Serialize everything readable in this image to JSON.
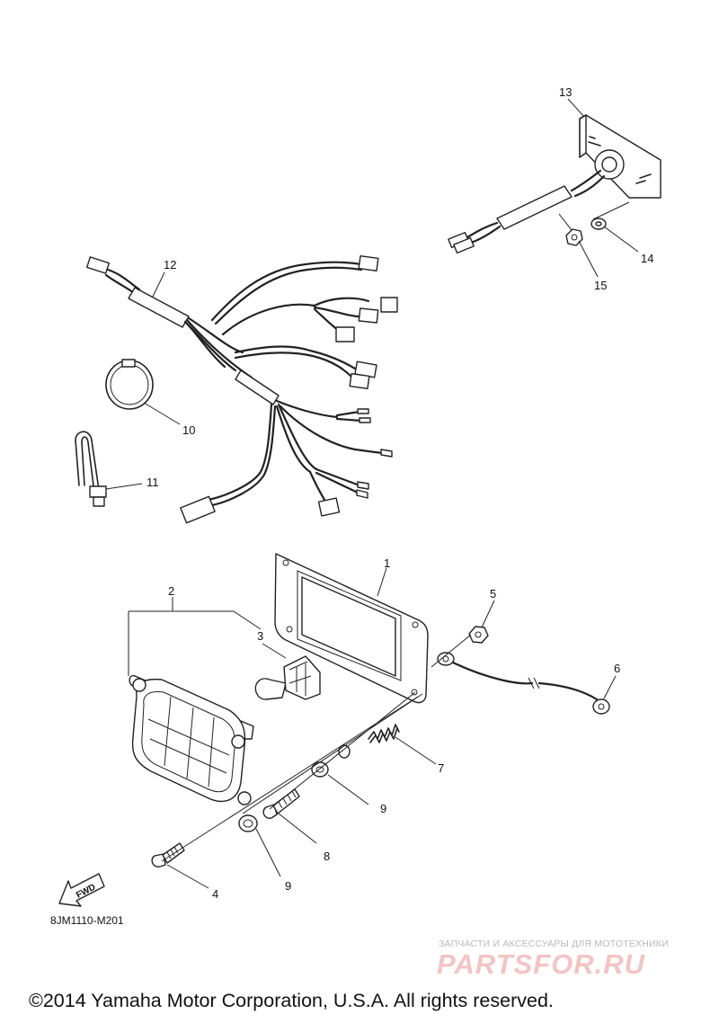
{
  "callouts": {
    "c1": "1",
    "c2": "2",
    "c3": "3",
    "c4": "4",
    "c5": "5",
    "c6": "6",
    "c7": "7",
    "c8": "8",
    "c9a": "9",
    "c9b": "9",
    "c10": "10",
    "c11": "11",
    "c12": "12",
    "c13": "13",
    "c14": "14",
    "c15": "15"
  },
  "fwd_label": "FWD",
  "diagram_code": "8JM1110-M201",
  "watermark": {
    "tagline": "ЗАПЧАСТИ И АКСЕССУАРЫ ДЛЯ МОТОТЕХНИКИ",
    "logo": "PARTSFOR.RU"
  },
  "copyright": "©2014 Yamaha Motor Corporation, U.S.A. All rights reserved."
}
